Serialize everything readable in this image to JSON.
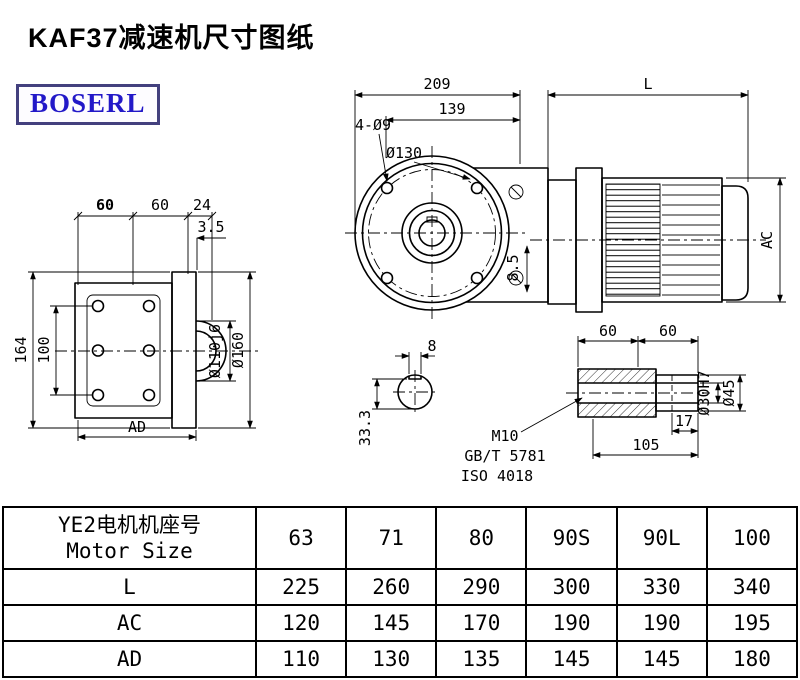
{
  "page": {
    "title": "KAF37减速机尺寸图纸",
    "brand": "BOSERL"
  },
  "dims": {
    "top_209": "209",
    "top_139": "139",
    "top_L": "L",
    "bolt_holes": "4-Ø9",
    "flange_d130": "Ø130",
    "motor_AC": "AC",
    "depth_8_5": "8.5",
    "left_60a": "60",
    "left_60b": "60",
    "left_24": "24",
    "left_3_5": "3.5",
    "left_164": "164",
    "left_100": "100",
    "left_AD": "AD",
    "shaft_d110": "Ø110j6",
    "flange_d160": "Ø160",
    "key_8": "8",
    "key_33_3": "33.3",
    "thread_m10": "M10",
    "std_gbt": "GB/T 5781",
    "std_iso": "ISO 4018",
    "out_60a": "60",
    "out_60b": "60",
    "out_17": "17",
    "out_105": "105",
    "bore_d30": "Ø30H7",
    "shaft_d45": "Ø45"
  },
  "table": {
    "motor_label_cn": "YE2电机机座号",
    "motor_label_en": "Motor Size",
    "sizes": [
      "63",
      "71",
      "80",
      "90S",
      "90L",
      "100"
    ],
    "rows": [
      {
        "label": "L",
        "values": [
          "225",
          "260",
          "290",
          "300",
          "330",
          "340"
        ]
      },
      {
        "label": "AC",
        "values": [
          "120",
          "145",
          "170",
          "190",
          "190",
          "195"
        ]
      },
      {
        "label": "AD",
        "values": [
          "110",
          "130",
          "135",
          "145",
          "145",
          "180"
        ]
      }
    ]
  }
}
